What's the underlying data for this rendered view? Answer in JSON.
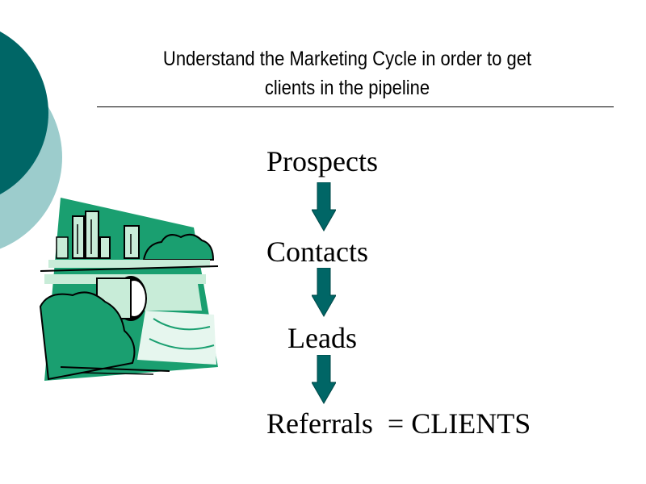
{
  "slide": {
    "title_line1": "Understand the Marketing Cycle in order to get",
    "title_line2": "clients in the pipeline"
  },
  "cycle": {
    "steps": [
      {
        "label": "Prospects"
      },
      {
        "label": "Contacts"
      },
      {
        "label": "Leads"
      },
      {
        "label": "Referrals  = CLIENTS"
      }
    ]
  },
  "colors": {
    "teal_dark": "#006666",
    "teal_light": "#9ccccc",
    "clipart_green": "#1a9f70",
    "clipart_mint": "#c8ecd8",
    "arrow_fill": "#006666"
  },
  "icons": [
    "city-waterfront-clipart",
    "down-arrow-icon"
  ]
}
